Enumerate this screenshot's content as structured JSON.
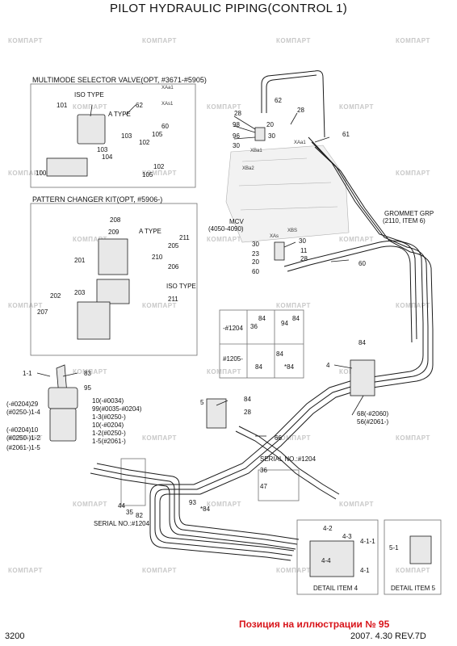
{
  "title": "PILOT HYDRAULIC PIPING(CONTROL 1)",
  "sections": {
    "multimode": "MULTIMODE SELECTOR VALVE(OPT, #3671-#5905)",
    "pattern": "PATTERN CHANGER KIT(OPT, #5906-)",
    "iso_type": "ISO TYPE",
    "a_type": "A TYPE",
    "iso_type_2": "ISO TYPE",
    "a_type_2": "A TYPE"
  },
  "mcv": {
    "label": "MCV",
    "range": "(4050-4090)",
    "ports": [
      "XBa1",
      "XAa1",
      "XBa2",
      "XAs",
      "XBS",
      "XAa1",
      "XAs1"
    ]
  },
  "grommet": {
    "line1": "GROMMET GRP",
    "line2": "(2110, ITEM 6)"
  },
  "serials": {
    "serial_1": "SERIAL NO.:#1204",
    "serial_2": "SERIAL NO.:#1204"
  },
  "details": {
    "item4": "DETAIL ITEM 4",
    "item5": "DETAIL ITEM 5"
  },
  "table": {
    "row1": "-#1204",
    "row2": "#1205-",
    "cells": [
      "84",
      "36",
      "94",
      "84",
      "84",
      "84",
      "*84"
    ]
  },
  "callouts": {
    "c101": "101",
    "c62a": "62",
    "c103a": "103",
    "c102a": "102",
    "c60a": "60",
    "c105a": "105",
    "c104": "104",
    "c103b": "103",
    "c100": "100",
    "c102b": "102",
    "c105b": "105",
    "c28a": "28",
    "c62b": "62",
    "c28b": "28",
    "c98": "98",
    "c20a": "20",
    "c96": "96",
    "c30a": "30",
    "c30b": "30",
    "c61": "61",
    "c208": "208",
    "c209": "209",
    "c211a": "211",
    "c205": "205",
    "c201": "201",
    "c210": "210",
    "c206": "206",
    "c203": "203",
    "c202": "202",
    "c211b": "211",
    "c207": "207",
    "c30c": "30",
    "c23": "23",
    "c20b": "20",
    "c60b": "60",
    "c30d": "30",
    "c11": "11",
    "c28c": "28",
    "c60c": "60",
    "c84a": "84",
    "c4": "4",
    "c11b": "1-1",
    "c83": "83",
    "c95": "95",
    "c5": "5",
    "c84b": "84",
    "c28d": "28",
    "c66": "66",
    "c68": "68(-#2060)",
    "c56": "56(#2061-)",
    "c29": "(-#0204)29",
    "c14": "(#0250-)1-4",
    "c10a": "10(-#0034)",
    "c99": "99(#0035-#0204)",
    "c13": "1-3(#0250-)",
    "c10b": "10(-#0204)",
    "c10c": "(-#0204)10",
    "c12": "1-2(#0250-)",
    "c02": "(#0250-)1-2",
    "c15": "1-5(#2061-)",
    "c15b": "(#2061-)1-5",
    "c36": "36",
    "c47": "47",
    "c44": "44",
    "c35": "35",
    "c82": "82",
    "c93": "93",
    "c84c": "*84",
    "c42": "4-2",
    "c43": "4-3",
    "c411": "4-1-1",
    "c41": "4-1",
    "c51": "5-1",
    "c44b": "4-4"
  },
  "footer": {
    "page": "3200",
    "date_rev": "2007. 4.30  REV.7D",
    "note": "Позиция на иллюстрации № 95"
  },
  "watermark": "COMPART",
  "watermark_text": "КОМПАРТ",
  "colors": {
    "line": "#1a1a1a",
    "note": "#d8141a",
    "watermark": "#c8c8c8",
    "box": "#707070"
  }
}
